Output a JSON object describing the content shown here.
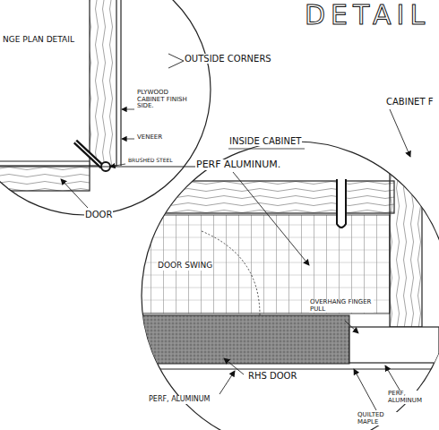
{
  "diagram": {
    "title": "DETAIL",
    "labels": [
      "NGE PLAN DETAIL",
      "OUTSIDE CORNERS",
      "PLYWOOD CABINET FINISH SIDE.",
      "VENEER",
      "BRUSHED STEEL",
      "DOOR",
      "CABINET F",
      "INSIDE CABINET",
      "PERF ALUMINUM.",
      "DOOR SWING",
      "OVERHANG FINGER PULL",
      "RHS DOOR",
      "PERF, ALUMINUM",
      "QUILTED MAPLE",
      "PERF, ALUMINUM"
    ]
  }
}
